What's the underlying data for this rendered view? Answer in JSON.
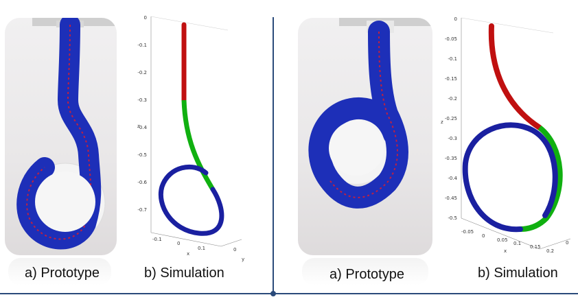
{
  "panels": [
    {
      "caption_a": "a) Prototype",
      "caption_b": "b) Simulation",
      "sim_axis": {
        "z_ticks": [
          "0",
          "-0.1",
          "-0.2",
          "-0.3",
          "-0.4",
          "-0.5",
          "-0.6",
          "-0.7"
        ],
        "x_ticks": [
          "-0.1",
          "0",
          "0.1"
        ],
        "y_ticks": [
          "0"
        ],
        "z_label": "z",
        "x_label": "x",
        "y_label": "y"
      }
    },
    {
      "caption_a": "a) Prototype",
      "caption_b": "b) Simulation",
      "sim_axis": {
        "z_ticks": [
          "0",
          "-0.05",
          "-0.1",
          "-0.15",
          "-0.2",
          "-0.25",
          "-0.3",
          "-0.35",
          "-0.4",
          "-0.45",
          "-0.5"
        ],
        "x_ticks": [
          "-0.05",
          "0",
          "0.05",
          "0.1",
          "0.15",
          "0.2"
        ],
        "y_ticks": [
          "0"
        ],
        "z_label": "z",
        "x_label": "x"
      }
    }
  ],
  "colors": {
    "segment_top": "#c01010",
    "segment_mid": "#10b010",
    "segment_bottom": "#1a20a0",
    "divider": "#2a4a7a",
    "arm_blue": "#2436c8"
  }
}
